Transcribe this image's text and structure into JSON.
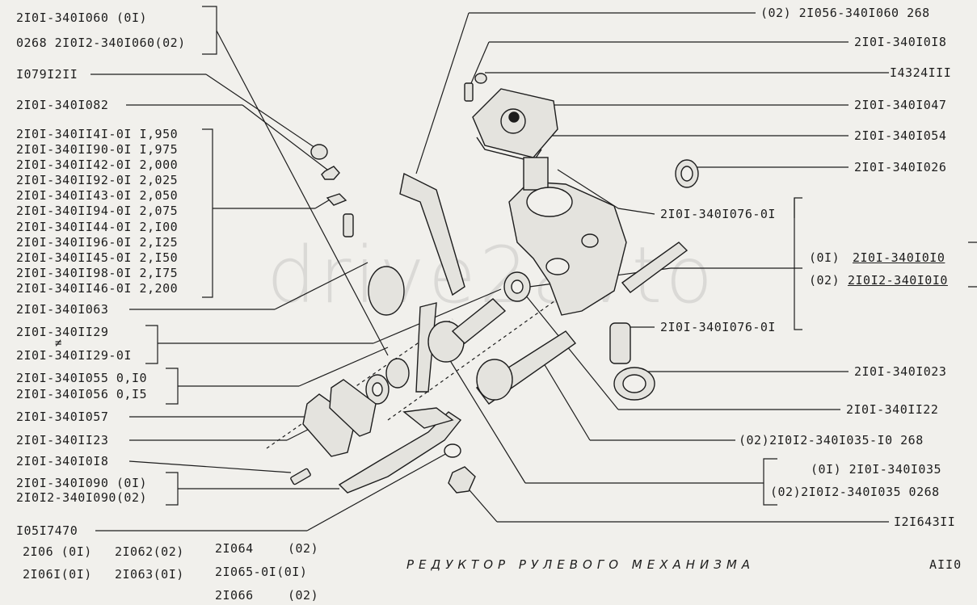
{
  "left_labels": [
    {
      "id": "l1a",
      "text": "2I0I-340I060 (0I)"
    },
    {
      "id": "l1b",
      "text": "0268 2I0I2-340I060(02)"
    },
    {
      "id": "l2",
      "text": "I079I2II"
    },
    {
      "id": "l3",
      "text": "2I0I-340I082"
    },
    {
      "id": "l5",
      "text": "2I0I-340I063"
    },
    {
      "id": "l6a",
      "text": "2I0I-340II29"
    },
    {
      "id": "l6n",
      "text": "≠"
    },
    {
      "id": "l6b",
      "text": "2I0I-340II29-0I"
    },
    {
      "id": "l7a",
      "text": "2I0I-340I055 0,I0"
    },
    {
      "id": "l7b",
      "text": "2I0I-340I056 0,I5"
    },
    {
      "id": "l8",
      "text": "2I0I-340I057"
    },
    {
      "id": "l9",
      "text": "2I0I-340II23"
    },
    {
      "id": "l10",
      "text": "2I0I-340I0I8"
    },
    {
      "id": "l11a",
      "text": "2I0I-340I090 (0I)"
    },
    {
      "id": "l11b",
      "text": "2I0I2-340I090(02)"
    },
    {
      "id": "l12",
      "text": "I05I7470"
    }
  ],
  "shim_table": [
    "2I0I-340II4I-0I I,950",
    "2I0I-340II90-0I I,975",
    "2I0I-340II42-0I 2,000",
    "2I0I-340II92-0I 2,025",
    "2I0I-340II43-0I 2,050",
    "2I0I-340II94-0I 2,075",
    "2I0I-340II44-0I 2,I00",
    "2I0I-340II96-0I 2,I25",
    "2I0I-340II45-0I 2,I50",
    "2I0I-340II98-0I 2,I75",
    "2I0I-340II46-0I 2,200"
  ],
  "right_labels": [
    {
      "id": "r1",
      "text": "(02) 2I056-340I060 268"
    },
    {
      "id": "r2",
      "text": "2I0I-340I0I8"
    },
    {
      "id": "r3",
      "text": "I4324III"
    },
    {
      "id": "r4",
      "text": "2I0I-340I047"
    },
    {
      "id": "r5",
      "text": "2I0I-340I054"
    },
    {
      "id": "r6",
      "text": "2I0I-340I026"
    },
    {
      "id": "r7",
      "text": "2I0I-340I076-0I"
    },
    {
      "id": "r8a",
      "text": "(0I)"
    },
    {
      "id": "r8au",
      "text": "2I0I-340I0I0"
    },
    {
      "id": "r8b",
      "text": "(02)"
    },
    {
      "id": "r8bu",
      "text": "2I0I2-340I0I0"
    },
    {
      "id": "r9",
      "text": "2I0I-340I076-0I"
    },
    {
      "id": "r10",
      "text": "2I0I-340I023"
    },
    {
      "id": "r11",
      "text": "2I0I-340II22"
    },
    {
      "id": "r12",
      "text": "(02)2I0I2-340I035-I0 268"
    },
    {
      "id": "r13a",
      "text": "(0I) 2I0I-340I035"
    },
    {
      "id": "r13b",
      "text": "(02)2I0I2-340I035 0268"
    },
    {
      "id": "r14",
      "text": "I2I643II"
    }
  ],
  "models": {
    "m1": "2I06 (0I)",
    "m2": "2I062(02)",
    "m3": "2I06I(0I)",
    "m4": "2I063(0I)",
    "m5": "2I064",
    "m6": "(02)",
    "m7": "2I065-0I(0I)",
    "m8": "2I066",
    "m9": "(02)"
  },
  "title": "РЕДУКТОР РУЛЕВОГО МЕХАНИЗМА",
  "sheet_code": "АII0",
  "watermark": "drive2avto",
  "colors": {
    "background": "#f1f0ec",
    "ink": "#1d1d1d"
  }
}
